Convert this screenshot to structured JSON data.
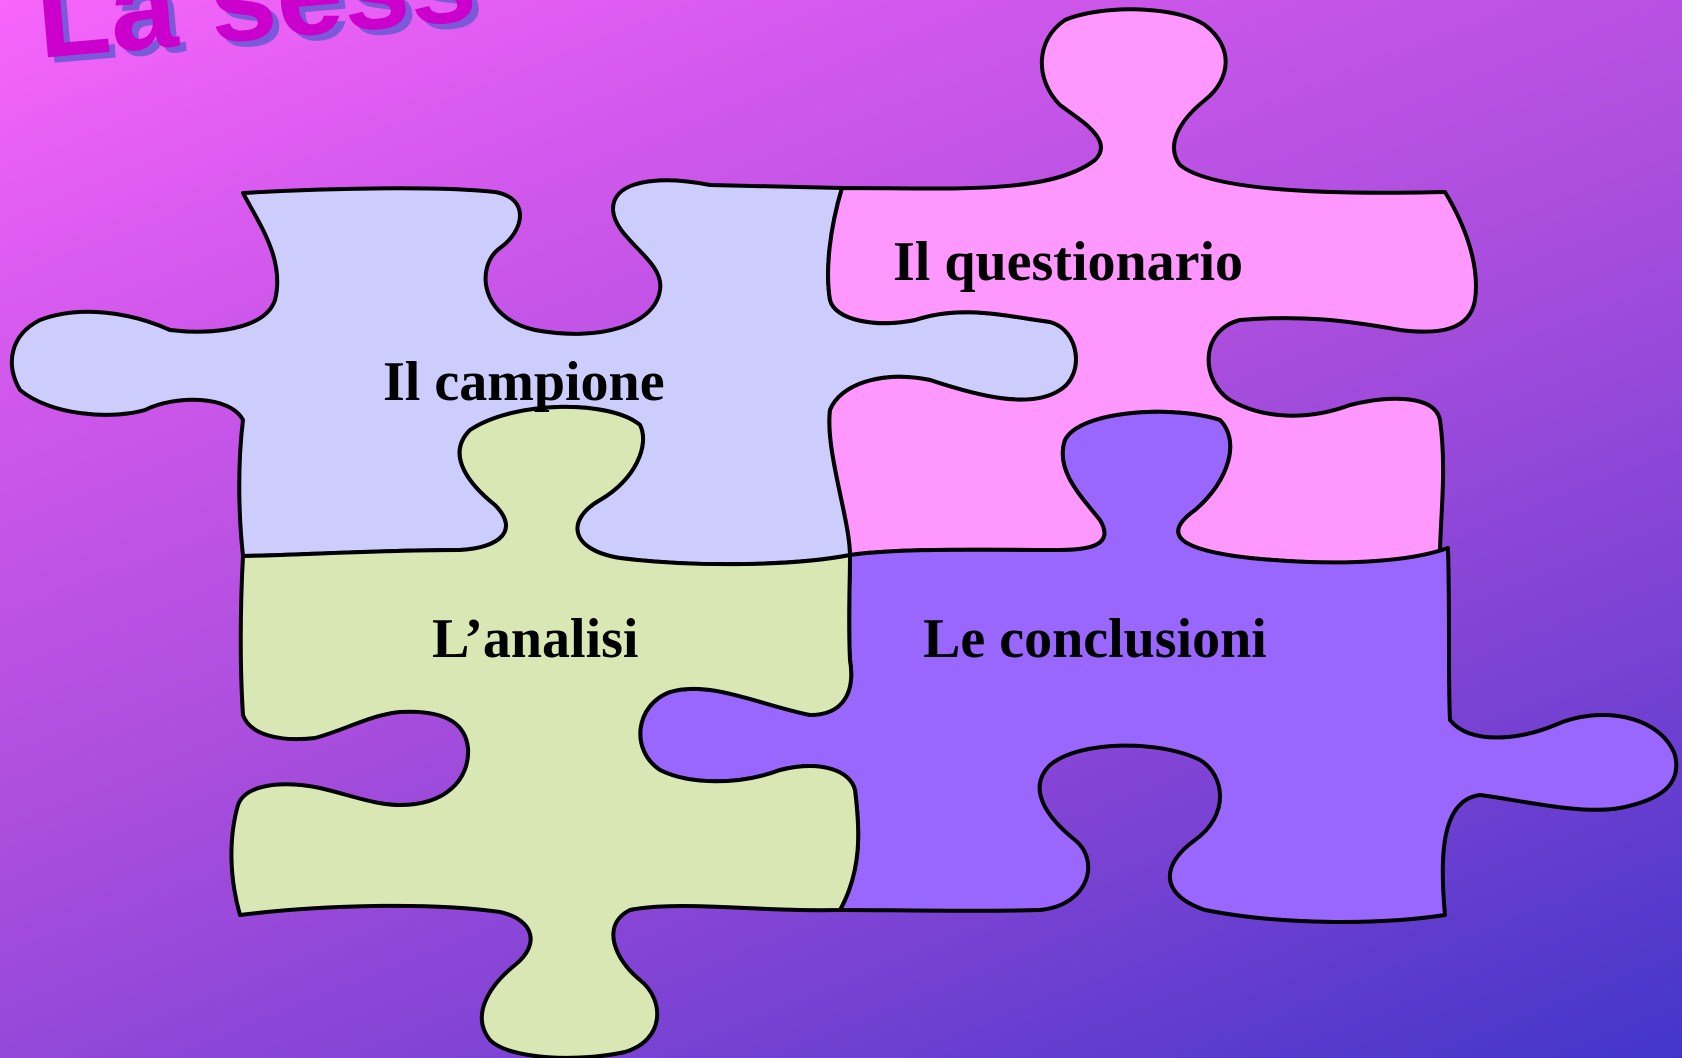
{
  "slide": {
    "title_fragment": "La ",
    "title_fragment_visible": "La sess"
  },
  "pieces": {
    "campione": {
      "label": "Il campione",
      "color": "#ccccfd"
    },
    "questionario": {
      "label": "Il questionario",
      "color": "#fe98fe"
    },
    "analisi": {
      "label": "L’analisi",
      "color": "#d9e7b4"
    },
    "conclusioni": {
      "label": "Le conclusioni",
      "color": "#9966fe"
    }
  },
  "colors": {
    "title_fill": "#cc00cc",
    "title_shadow": "#7a5ad8",
    "outline": "#000000"
  }
}
